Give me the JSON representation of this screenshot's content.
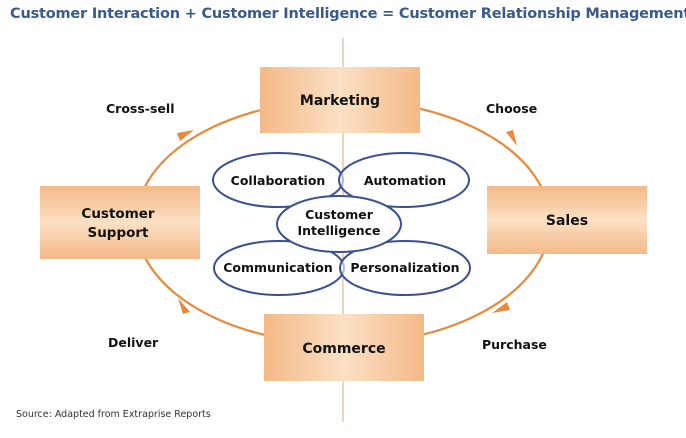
{
  "title": "Customer Interaction + Customer Intelligence = Customer Relationship Management",
  "boxes": {
    "marketing": "Marketing",
    "sales": "Sales",
    "commerce": "Commerce",
    "support_line1": "Customer",
    "support_line2": "Support"
  },
  "cycle_labels": {
    "cross_sell": "Cross-sell",
    "choose": "Choose",
    "purchase": "Purchase",
    "deliver": "Deliver"
  },
  "ovals": {
    "collaboration": "Collaboration",
    "automation": "Automation",
    "communication": "Communication",
    "personalization": "Personalization",
    "center_line1": "Customer",
    "center_line2": "Intelligence"
  },
  "source": "Source: Adapted from Extraprise Reports",
  "colors": {
    "title": "#3a5a8c",
    "box_fill": "#f6c9a0",
    "cycle_stroke": "#e88a3a",
    "oval_stroke": "#3b4f93"
  }
}
